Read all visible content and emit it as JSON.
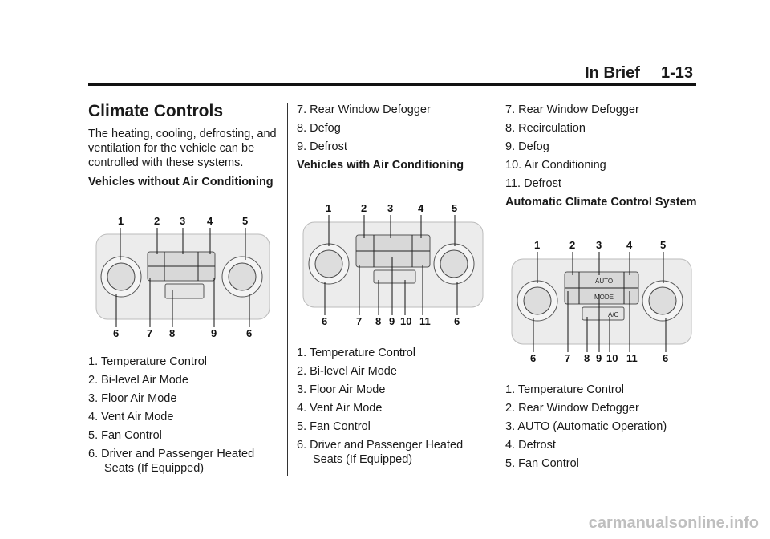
{
  "header": {
    "section": "In Brief",
    "page": "1-13"
  },
  "col1": {
    "title": "Climate Controls",
    "intro": "The heating, cooling, defrosting, and ventilation for the vehicle can be controlled with these systems.",
    "subhead": "Vehicles without Air Conditioning",
    "fig": {
      "top": [
        "1",
        "2",
        "3",
        "4",
        "5"
      ],
      "bottom": [
        "6",
        "7",
        "8",
        "9",
        "6"
      ]
    },
    "items": [
      "1. Temperature Control",
      "2. Bi-level Air Mode",
      "3. Floor Air Mode",
      "4. Vent Air Mode",
      "5. Fan Control",
      "6. Driver and Passenger Heated Seats (If Equipped)"
    ]
  },
  "col2": {
    "items_top": [
      "7. Rear Window Defogger",
      "8. Defog",
      "9. Defrost"
    ],
    "subhead": "Vehicles with Air Conditioning",
    "fig": {
      "top": [
        "1",
        "2",
        "3",
        "4",
        "5"
      ],
      "bottom": [
        "6",
        "7",
        "8",
        "9",
        "10",
        "11",
        "6"
      ]
    },
    "items": [
      "1. Temperature Control",
      "2. Bi-level Air Mode",
      "3. Floor Air Mode",
      "4. Vent Air Mode",
      "5. Fan Control",
      "6. Driver and Passenger Heated Seats (If Equipped)"
    ]
  },
  "col3": {
    "items_top": [
      "7. Rear Window Defogger",
      "8. Recirculation",
      "9. Defog",
      "10. Air Conditioning",
      "11. Defrost"
    ],
    "subhead": "Automatic Climate Control System",
    "fig": {
      "top": [
        "1",
        "2",
        "3",
        "4",
        "5"
      ],
      "bottom": [
        "6",
        "7",
        "8",
        "9",
        "10",
        "11",
        "6"
      ],
      "btn_auto": "AUTO",
      "btn_mode": "MODE",
      "btn_ac": "A/C"
    },
    "items": [
      "1. Temperature Control",
      "2. Rear Window Defogger",
      "3. AUTO (Automatic Operation)",
      "4. Defrost",
      "5. Fan Control"
    ]
  },
  "watermark": "carmanualsonline.info"
}
